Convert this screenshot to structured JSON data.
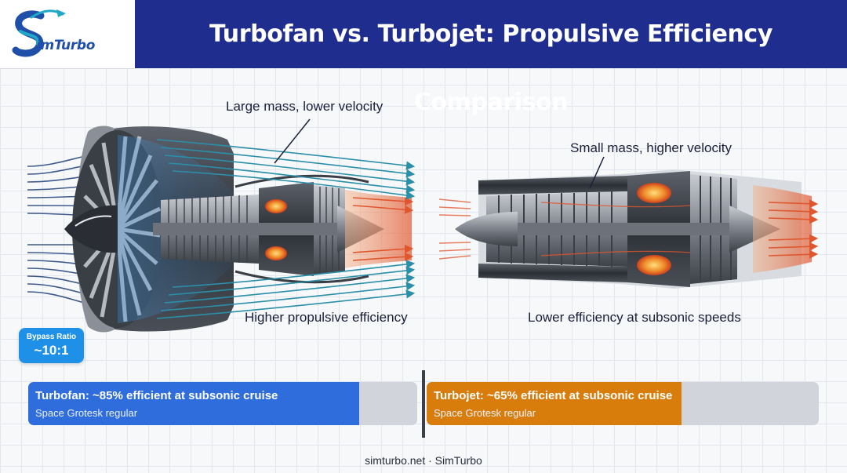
{
  "header": {
    "logo_text": "imTurbo",
    "title": "Turbofan vs. Turbojet: Propulsive Efficiency Comparison"
  },
  "turbofan": {
    "callout": "Large mass, lower velocity",
    "caption": "Higher propulsive efficiency",
    "badge_label": "Bypass Ratio",
    "badge_value": "~10:1"
  },
  "turbojet": {
    "callout": "Small mass, higher velocity",
    "caption": "Lower efficiency at subsonic speeds"
  },
  "efficiency": {
    "turbofan": {
      "label": "Turbofan: ~85% efficient at subsonic cruise",
      "sublabel": "Space Grotesk regular",
      "value": 0.85,
      "color": "#2e6ddb"
    },
    "turbojet": {
      "label": "Turbojet: ~65% efficient at subsonic cruise",
      "sublabel": "Space Grotesk regular",
      "value": 0.65,
      "color": "#d87d0c"
    }
  },
  "colors": {
    "header_bg": "#1f2d8f",
    "bypass_flow": "#2a8fa8",
    "inlet_flow": "#1f3f78",
    "hot_exhaust": "#e0562e",
    "badge": "#1e90e8"
  },
  "footer": {
    "text": "simturbo.net · SimTurbo"
  }
}
